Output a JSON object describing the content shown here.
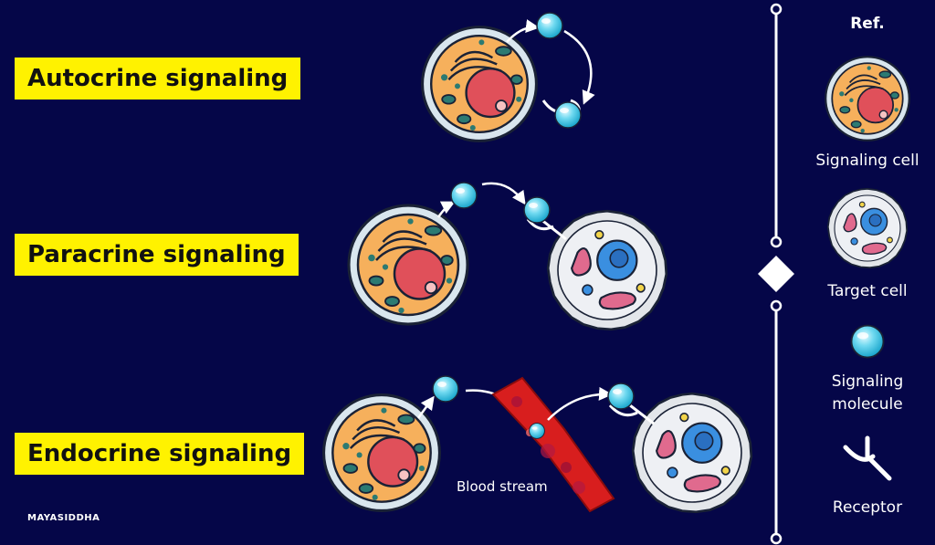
{
  "labels": {
    "autocrine": "Autocrine signaling",
    "paracrine": "Paracrine signaling",
    "endocrine": "Endocrine signaling"
  },
  "blood_stream": "Blood stream",
  "reference": {
    "title": "Ref.",
    "signaling_cell": "Signaling cell",
    "target_cell": "Target cell",
    "signaling_molecule_line1": "Signaling",
    "signaling_molecule_line2": "molecule",
    "receptor": "Receptor"
  },
  "watermark": "MAYASIDDHA",
  "colors": {
    "background": "#050648",
    "label_bg": "#fff200",
    "signaling_cell": "#f6b05c",
    "nucleus": "#e0505a",
    "target_cell": "#eef0f4",
    "target_nucleus": "#3a8fe0",
    "molecule": "#3cc8e8",
    "blood": "#d81e1e"
  }
}
